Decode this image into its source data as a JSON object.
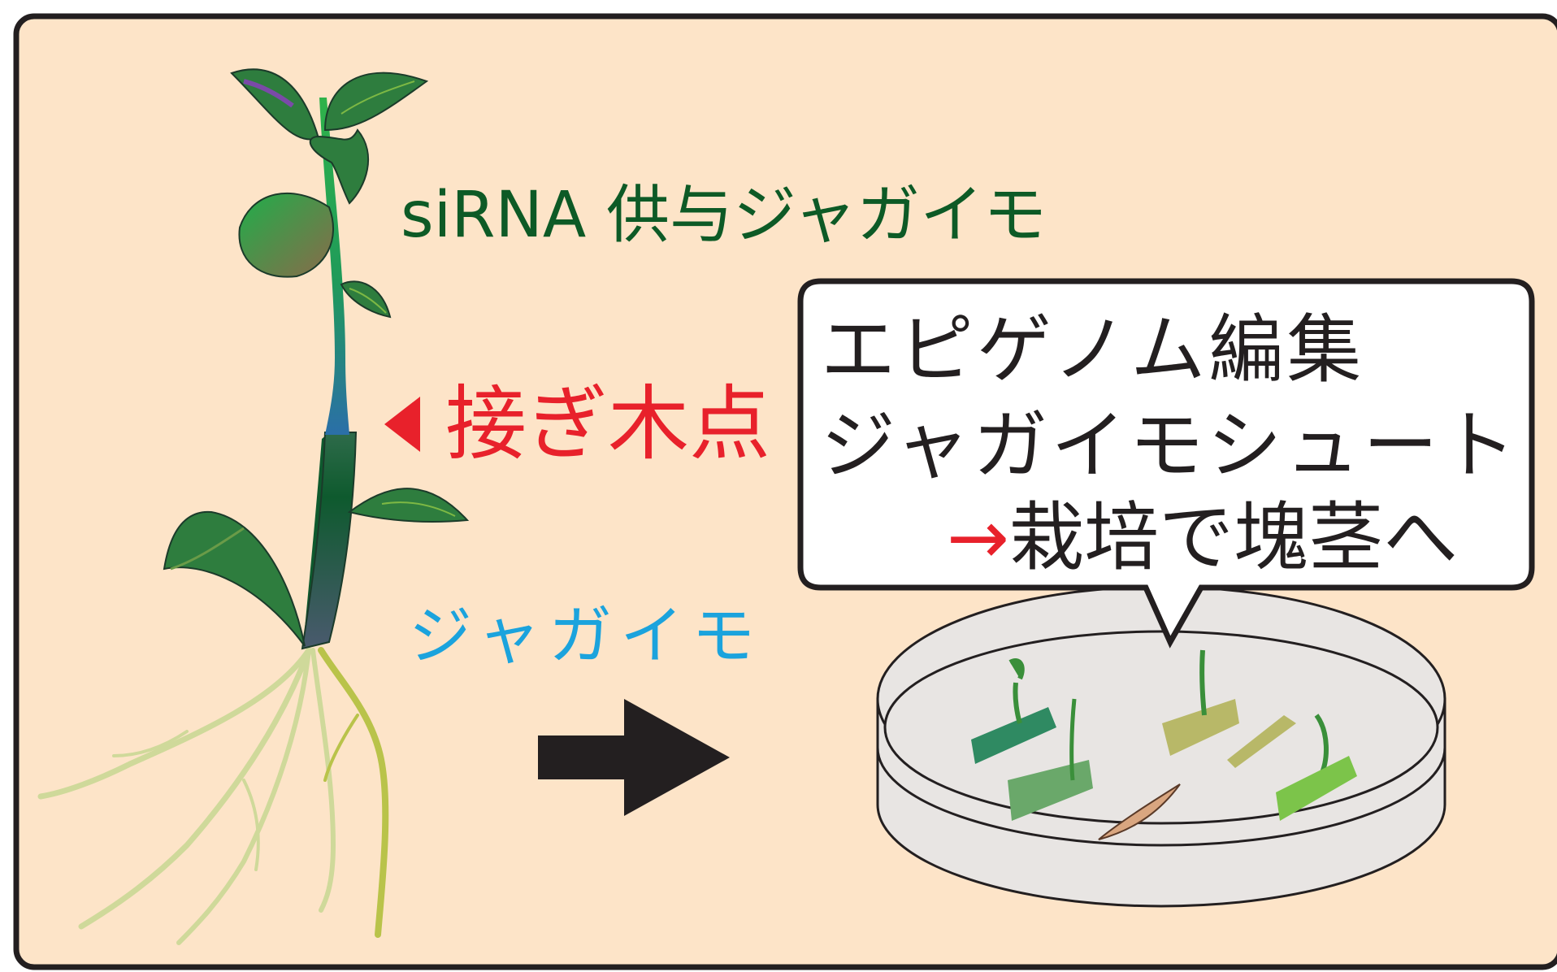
{
  "colors": {
    "background": "#fde4c8",
    "frame": "#231f20",
    "donor_green": "#0d5a26",
    "graft_red": "#e8212b",
    "potato_blue": "#1ba3dd",
    "callout_text": "#231f20",
    "arrow": "#231f20",
    "dish": "#e8e5e3"
  },
  "labels": {
    "donor": "siRNA 供与ジャガイモ",
    "graft_point": "接ぎ木点",
    "potato": "ジャガイモ"
  },
  "callout": {
    "line1": "エピゲノム編集",
    "line2": "ジャガイモシュート",
    "line3_arrow": "→",
    "line3_text": "栽培で塊茎へ"
  },
  "icons": {
    "graft_marker": "left-triangle-icon",
    "process_arrow": "right-arrow-icon"
  }
}
